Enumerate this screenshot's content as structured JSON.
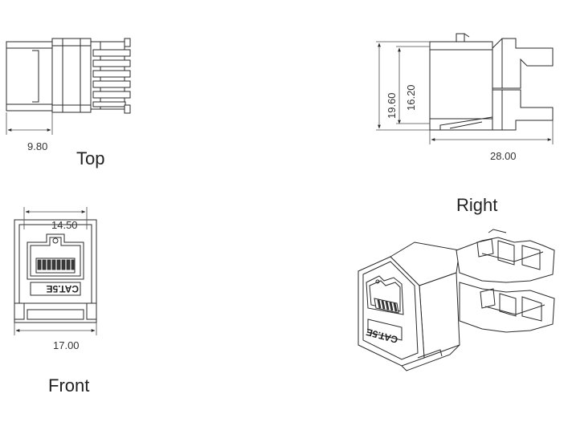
{
  "views": {
    "top": {
      "label": "Top",
      "dimension": "9.80"
    },
    "right": {
      "label": "Right",
      "dim_length": "28.00",
      "dim_height_1": "19.60",
      "dim_height_2": "16.20"
    },
    "front": {
      "label": "Front",
      "dim_inner": "14.50",
      "dim_outer": "17.00",
      "badge": "CAT.5E"
    },
    "iso": {
      "badge": "CAT.5E"
    }
  },
  "colors": {
    "line": "#2a2a2a",
    "text": "#333333",
    "background": "#ffffff"
  }
}
